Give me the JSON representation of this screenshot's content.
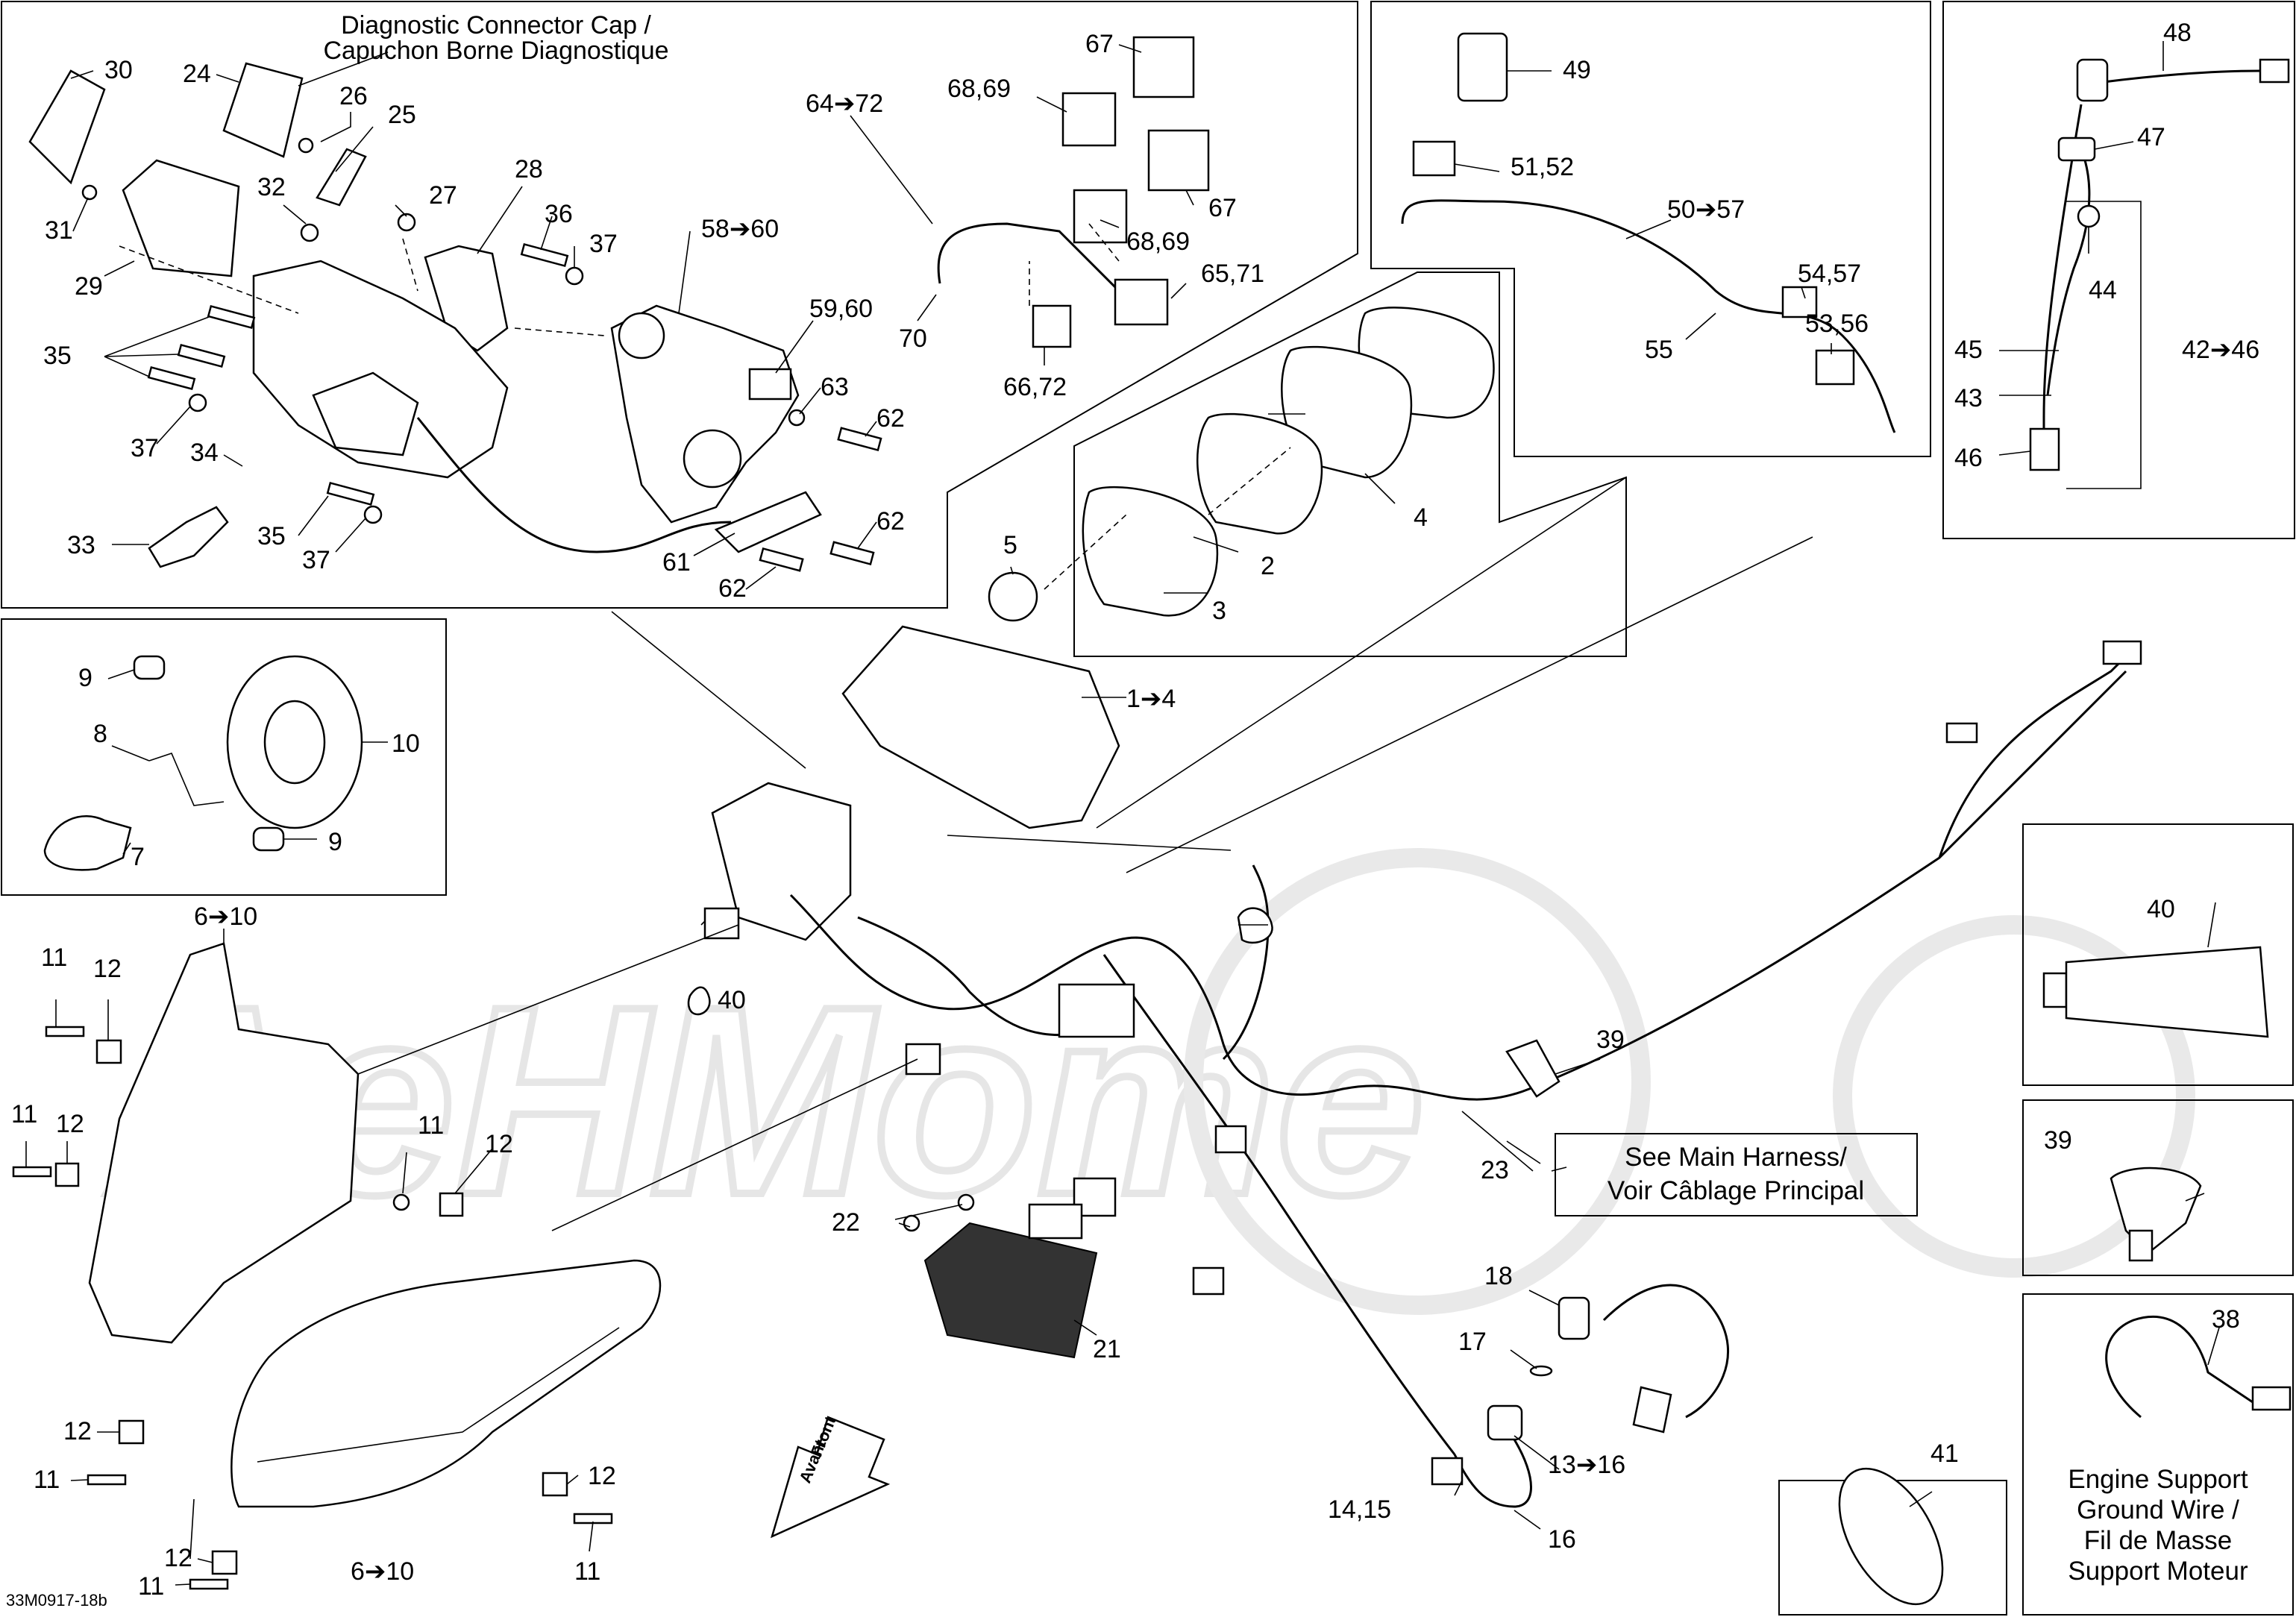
{
  "title_box": {
    "diagnostic_cap": [
      "Diagnostic Connector Cap /",
      "Capuchon Borne Diagnostique"
    ]
  },
  "see_main_harness": [
    "See Main Harness/",
    "Voir Câblage Principal"
  ],
  "engine_support": [
    "Engine Support",
    "Ground Wire /",
    "Fil de Masse",
    "Support Moteur"
  ],
  "front": [
    "Front",
    "Avant"
  ],
  "drawing_number": "33M0917-18b",
  "watermark": "AeHMome",
  "labels": {
    "l30": "30",
    "l24": "24",
    "l26": "26",
    "l25": "25",
    "l31": "31",
    "l29": "29",
    "l32": "32",
    "l27": "27",
    "l28": "28",
    "l36": "36",
    "l37a": "37",
    "l35a": "35",
    "l37b": "37",
    "l34": "34",
    "l33": "33",
    "l35b": "35",
    "l37c": "37",
    "l58": "58➔60",
    "l5960": "59,60",
    "l63": "63",
    "l62a": "62",
    "l62b": "62",
    "l61": "61",
    "l62c": "62",
    "l64": "64➔72",
    "l6869a": "68,69",
    "l67a": "67",
    "l67b": "67",
    "l6869b": "68,69",
    "l6571": "65,71",
    "l70": "70",
    "l6672": "66,72",
    "l49": "49",
    "l5152": "51,52",
    "l50": "50➔57",
    "l5457": "54,57",
    "l5356": "53,56",
    "l55": "55",
    "l48": "48",
    "l47": "47",
    "l44": "44",
    "l45": "45",
    "l43": "43",
    "l4246": "42➔46",
    "l46": "46",
    "l4": "4",
    "l5": "5",
    "l2": "2",
    "l3": "3",
    "l14": "1➔4",
    "l9a": "9",
    "l8": "8",
    "l10": "10",
    "l7": "7",
    "l9b": "9",
    "l610a": "6➔10",
    "l11a": "11",
    "l12a": "12",
    "l40a": "40",
    "l11b": "11",
    "l12b": "12",
    "l11c": "11",
    "l12c": "12",
    "l40b": "40",
    "l39a": "39",
    "l23": "23",
    "l39b": "39",
    "l22": "22",
    "l21": "21",
    "l18": "18",
    "l17": "17",
    "l1316": "13➔16",
    "l1415": "14,15",
    "l16": "16",
    "l38": "38",
    "l41": "41",
    "l12d": "12",
    "l11d": "11",
    "l12e": "12",
    "l11e": "11",
    "l12f": "12",
    "l11f": "11",
    "l610b": "6➔10"
  }
}
